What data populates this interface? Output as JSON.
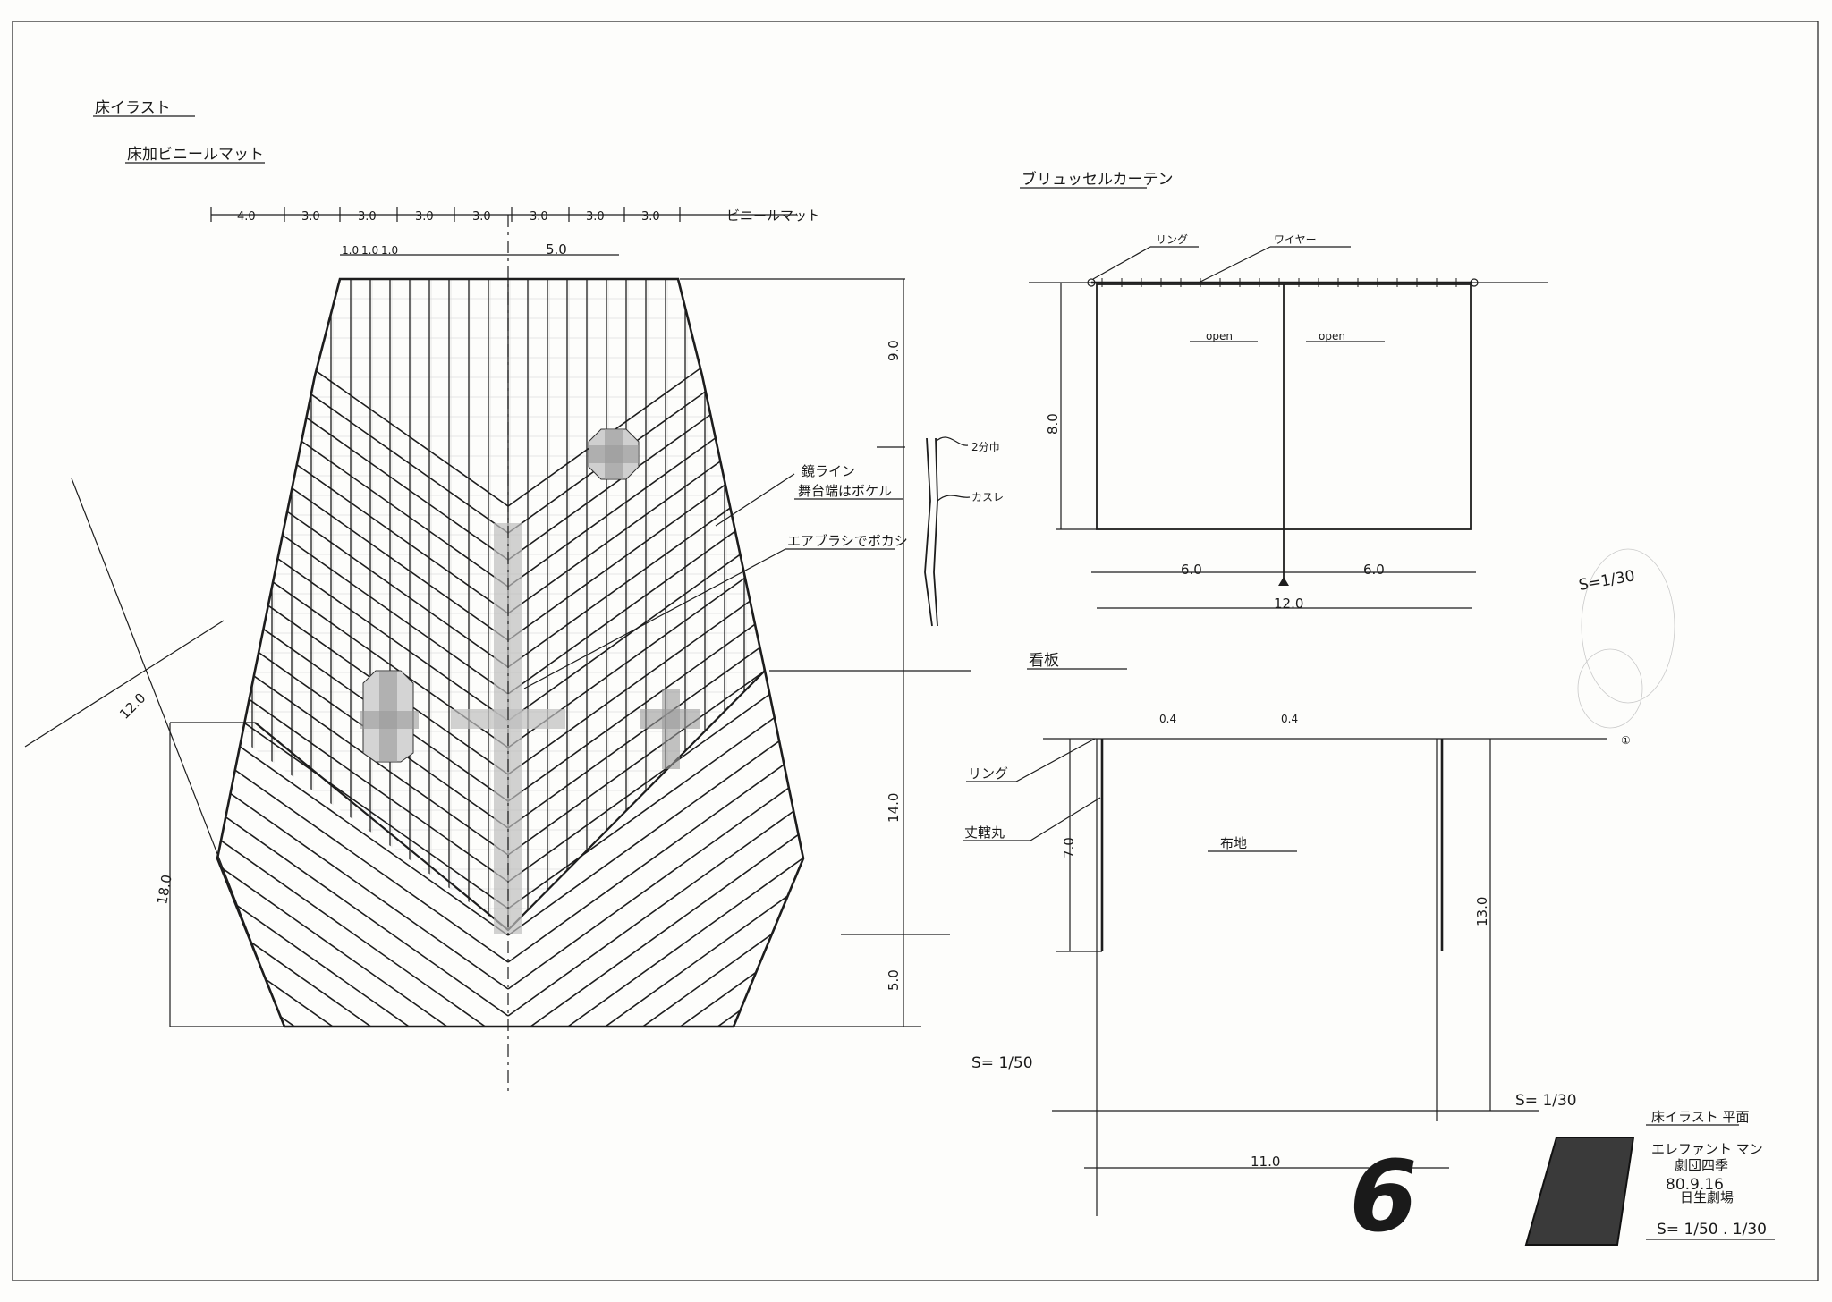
{
  "sheet": {
    "title": "床イラスト",
    "subtitle": "床加ビニールマット"
  },
  "floor_plan": {
    "top_dims": [
      "4.0",
      "3.0",
      "3.0",
      "3.0",
      "3.0",
      "3.0",
      "3.0",
      "3.0"
    ],
    "top_dim_tail": "ビニールマット",
    "small_dims": [
      "1.0",
      "1.0",
      "1.0"
    ],
    "span_dim": "5.0",
    "right_dims": [
      "9.0",
      "14.0",
      "5.0"
    ],
    "left_dims": [
      "12.0",
      "18.0"
    ],
    "note1_a": "鏡ライン",
    "note1_b": "舞台端はボケル",
    "note2": "エアブラシでボカシ",
    "strip_top": "2分巾",
    "strip_bottom": "カスレ",
    "scale": "S= 1/50"
  },
  "curtain": {
    "title": "ブリュッセルカーテン",
    "ring": "リング",
    "wire": "ワイヤー",
    "open_left": "open",
    "open_right": "open",
    "height": "8.0",
    "half_left": "6.0",
    "half_right": "6.0",
    "width": "12.0",
    "scale": "S=1/30"
  },
  "signboard": {
    "title": "看板",
    "dim_top_left": "0.4",
    "dim_top_mid": "0.4",
    "ring": "リング",
    "bar": "丈轄丸",
    "cloth": "布地",
    "left_height": "7.0",
    "right_height": "13.0",
    "width": "11.0",
    "scale": "S= 1/30",
    "note": "①"
  },
  "title_block": {
    "heading": "床イラスト 平面",
    "show": "エレファント マン",
    "company": "劇団四季",
    "date": "80.9.16",
    "venue": "日生劇場",
    "scale": "S= 1/50 . 1/30",
    "logo_letter": "6"
  }
}
